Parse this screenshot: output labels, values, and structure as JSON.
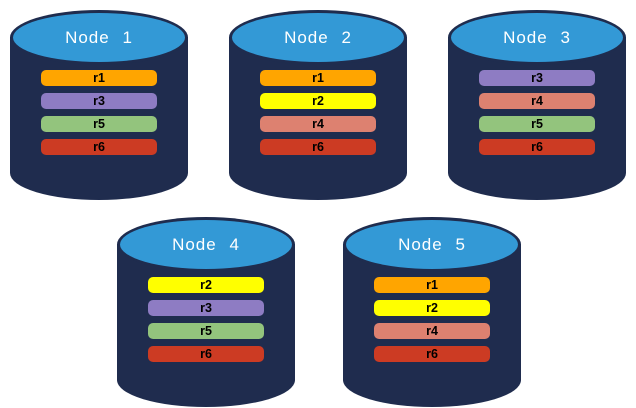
{
  "diagram": {
    "description": "Five database nodes each storing four replicas",
    "colors": {
      "cylinder_body": "#1F2C4E",
      "cylinder_top": "#3399D6",
      "node_title_text": "#FFFFFF",
      "replica_label_text": "#000000",
      "replica_colors": {
        "r1": "#FFA500",
        "r2": "#FFFF00",
        "r3": "#8E7CC3",
        "r4": "#DD8170",
        "r5": "#93C47D",
        "r6": "#CC3B23"
      }
    },
    "icons": {
      "cylinder": "database-cylinder-icon"
    },
    "nodes": [
      {
        "name": "Node 1",
        "replicas": [
          "r1",
          "r3",
          "r5",
          "r6"
        ]
      },
      {
        "name": "Node 2",
        "replicas": [
          "r1",
          "r2",
          "r4",
          "r6"
        ]
      },
      {
        "name": "Node 3",
        "replicas": [
          "r3",
          "r4",
          "r5",
          "r6"
        ]
      },
      {
        "name": "Node 4",
        "replicas": [
          "r2",
          "r3",
          "r5",
          "r6"
        ]
      },
      {
        "name": "Node 5",
        "replicas": [
          "r1",
          "r2",
          "r4",
          "r6"
        ]
      }
    ]
  }
}
